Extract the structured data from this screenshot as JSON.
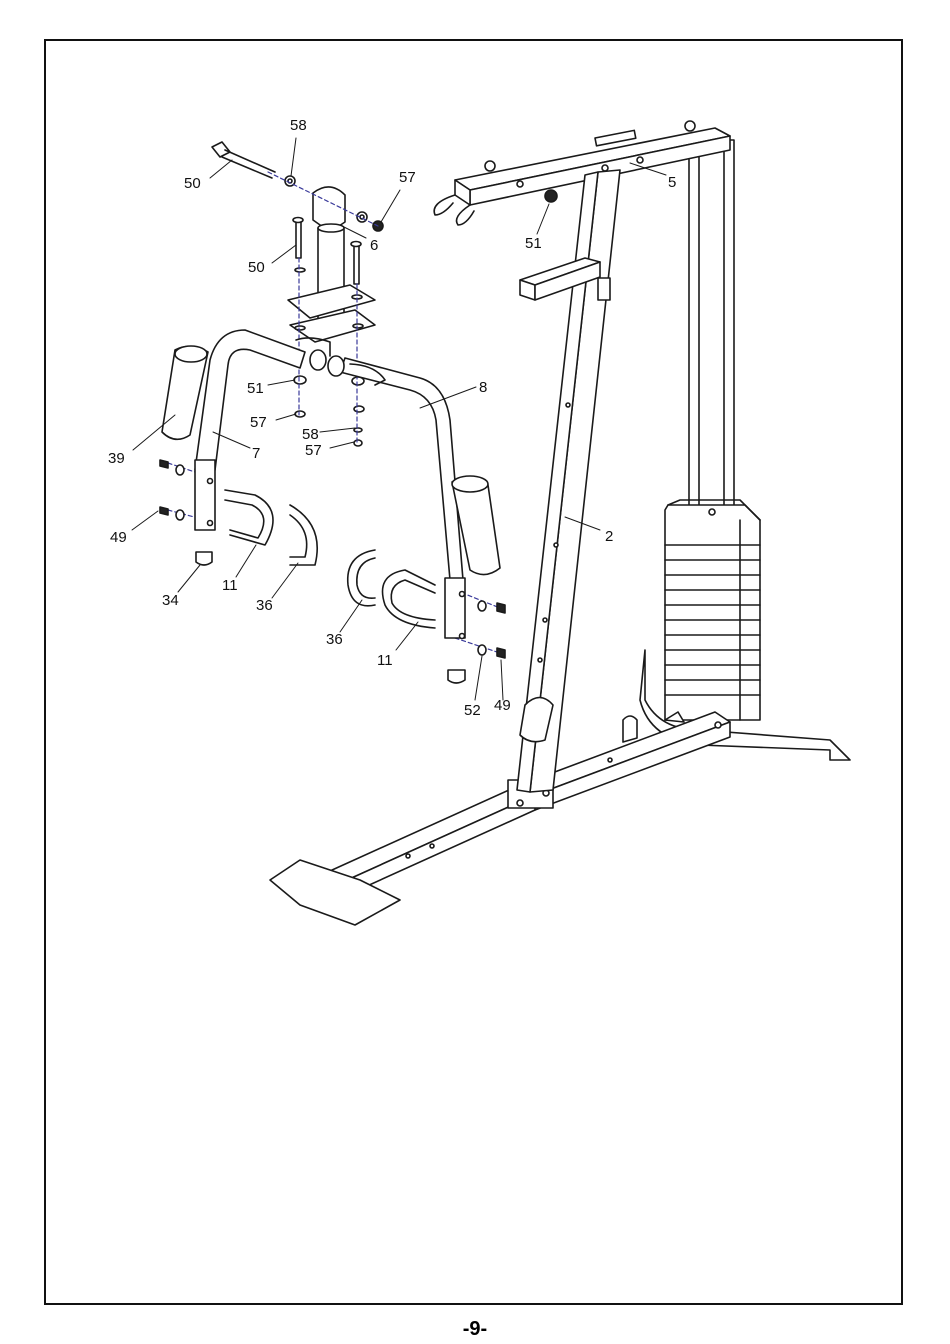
{
  "page": {
    "number": "-9-"
  },
  "callouts": {
    "c58a": "58",
    "c50a": "50",
    "c57a": "57",
    "c6": "6",
    "c5": "5",
    "c51b": "51",
    "c50b": "50",
    "c51a": "51",
    "c8": "8",
    "c57b": "57",
    "c58b": "58",
    "c57c": "57",
    "c39": "39",
    "c7": "7",
    "c2": "2",
    "c49a": "49",
    "c34": "34",
    "c11a": "11",
    "c36a": "36",
    "c36b": "36",
    "c11b": "11",
    "c52": "52",
    "c49b": "49"
  },
  "colors": {
    "line": "#1a1a1a",
    "dash": "#3a3a9a",
    "fill": "#ffffff"
  }
}
